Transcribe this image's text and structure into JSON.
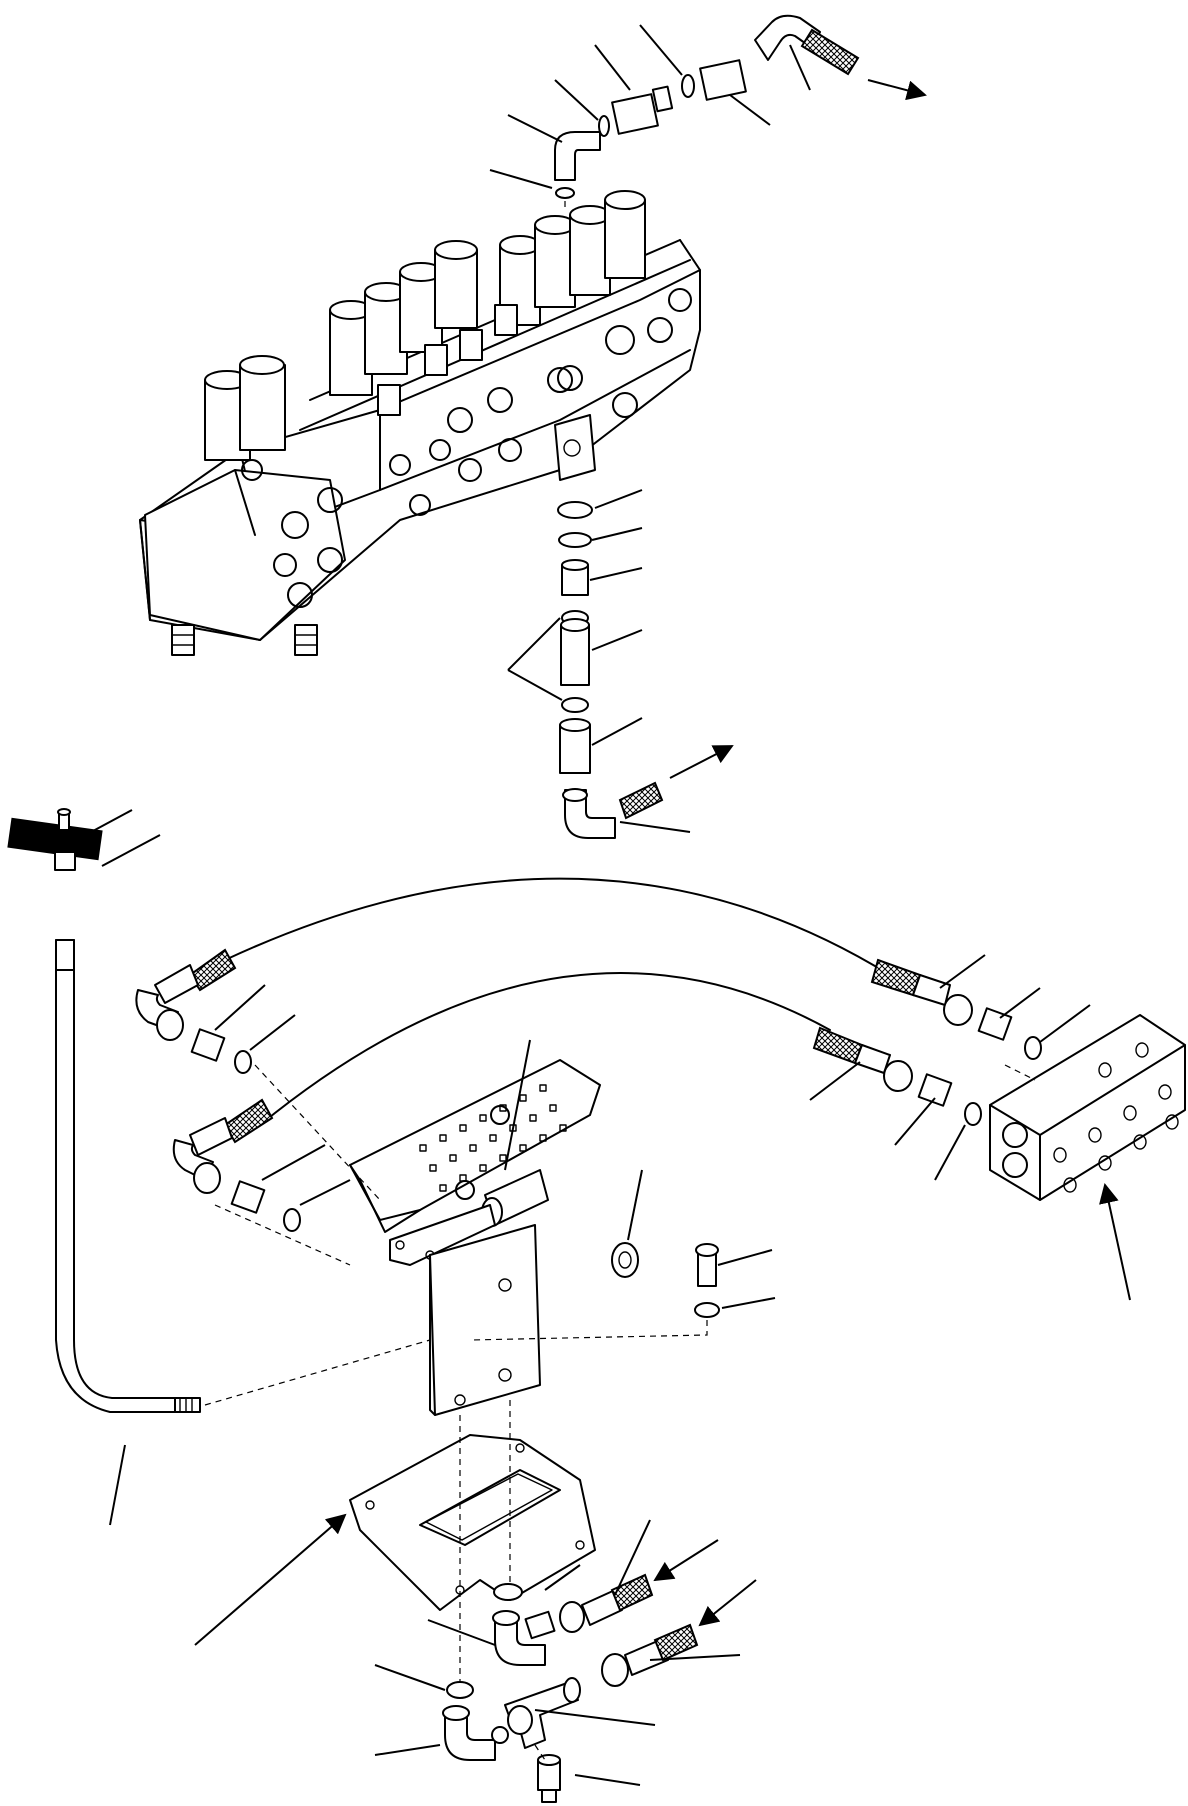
{
  "figure": {
    "kind": "exploded-parts-drawing",
    "labels": []
  },
  "parts": {
    "control_valve_assembly": "control-valve",
    "pilot_valve_pedal": "pedal-pilot-valve",
    "manifold_block": "manifold",
    "mounting_plate": "plate",
    "flexible_cable": "cable"
  }
}
